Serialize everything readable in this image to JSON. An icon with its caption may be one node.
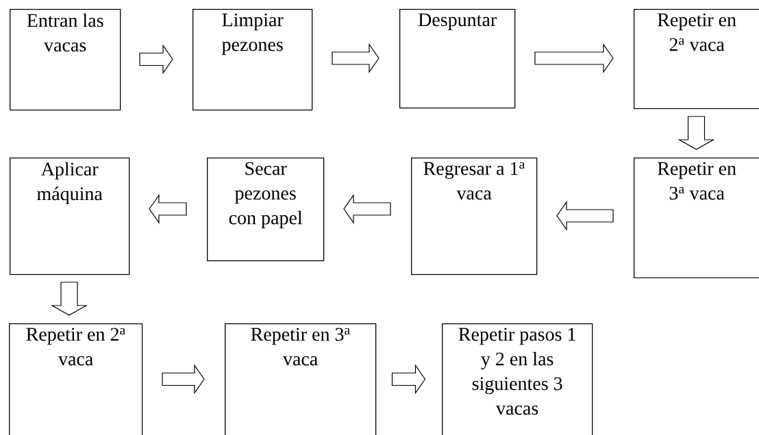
{
  "diagram": {
    "nodes": [
      {
        "text": [
          "Entran las vacas"
        ]
      },
      {
        "text": [
          "Limpiar pezones"
        ]
      },
      {
        "text": [
          "Despuntar"
        ]
      },
      {
        "text": [
          "Repetir en 2$^{a}$ vaca"
        ]
      },
      {
        "text": [
          "Repetir en 3$^{a}$ vaca"
        ]
      },
      {
        "text": [
          "Regresar a 1$^{a}$ vaca"
        ]
      },
      {
        "text": [
          "Secar pezones con papel"
        ]
      },
      {
        "text": [
          "Aplicar máquina"
        ]
      },
      {
        "text": [
          "Repetir en 2$^{a}$ vaca"
        ]
      },
      {
        "text": [
          "Repetir en 3$^{a}$ vaca"
        ]
      },
      {
        "text": [
          "Repetir pasos 1 y 2 en las siguientes 3 vacas"
        ]
      }
    ],
    "edges": [
      {
        "from": 0,
        "to": 1,
        "arrow": "to"
      },
      {
        "from": 1,
        "to": 2,
        "arrow": "to"
      },
      {
        "from": 2,
        "to": 3,
        "arrow": "to"
      },
      {
        "from": 3,
        "to": 4,
        "arrow": "to"
      },
      {
        "from": 4,
        "to": 5,
        "arrow": "to"
      },
      {
        "from": 5,
        "to": 6,
        "arrow": "to"
      },
      {
        "from": 6,
        "to": 7,
        "arrow": "to"
      },
      {
        "from": 7,
        "to": 8,
        "arrow": "to"
      },
      {
        "from": 8,
        "to": 9,
        "arrow": "to"
      },
      {
        "from": 9,
        "to": 10,
        "arrow": "to"
      }
    ]
  }
}
